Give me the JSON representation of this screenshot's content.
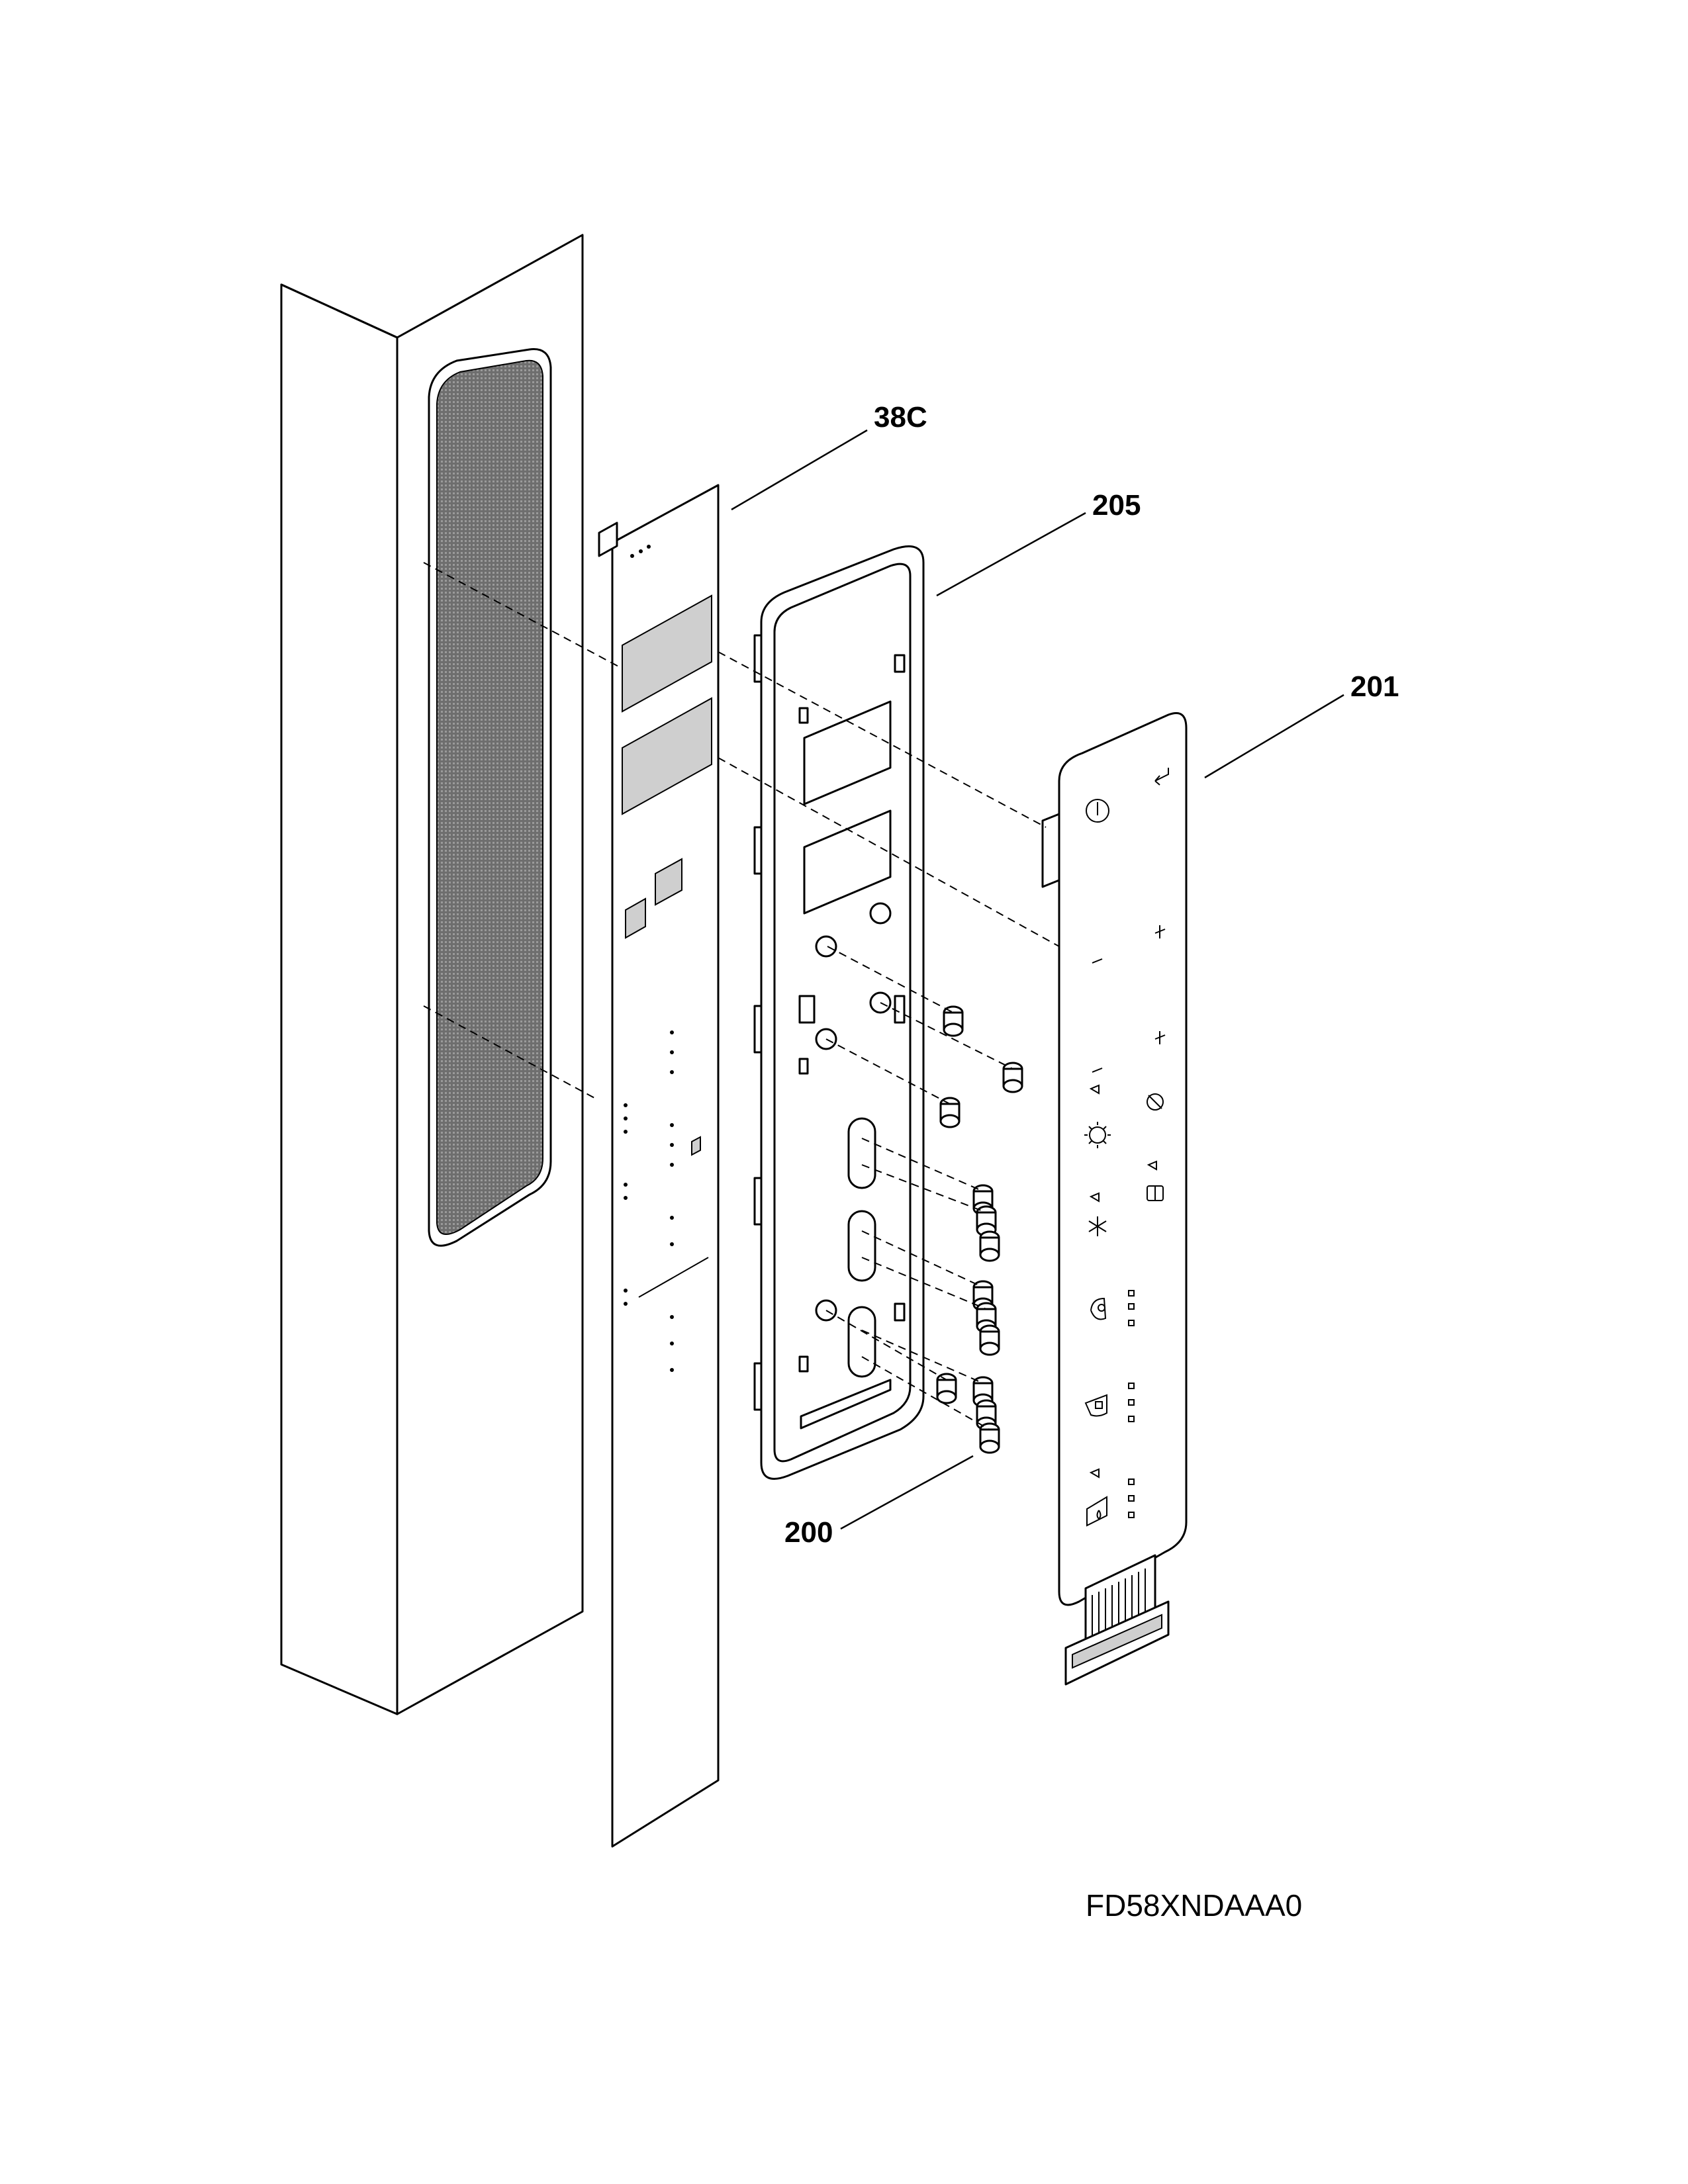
{
  "callouts": {
    "pcb": "38C",
    "frame": "205",
    "overlay": "201",
    "buttons": "200"
  },
  "model_number": "FD58XNDAAA0"
}
